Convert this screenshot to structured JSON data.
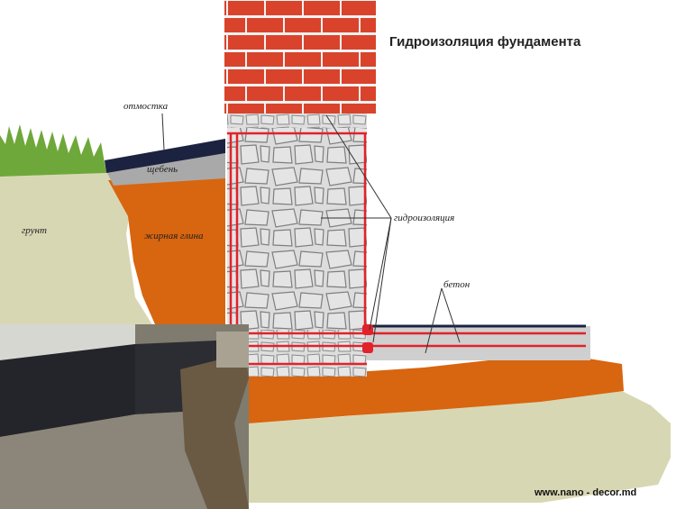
{
  "title": "Гидроизоляция фундамента",
  "labels": {
    "otmostka": "отмостка",
    "scheben": "щебень",
    "grunt": "грунт",
    "glina": "жирная глина",
    "hydro": "гидроизоляция",
    "beton": "бетон"
  },
  "website": "www.nano - decor.md",
  "colors": {
    "brick": "#d9432b",
    "mortar": "#f2f2f2",
    "stone_wall": "#dcdcdc",
    "clay": "#d8650f",
    "soil": "#d8d7b4",
    "grass": "#6ea83a",
    "gravel": "#a9a9a9",
    "blind_area": "#1c2340",
    "waterproofing": "#e2222a",
    "concrete": "#cfcfcf"
  }
}
